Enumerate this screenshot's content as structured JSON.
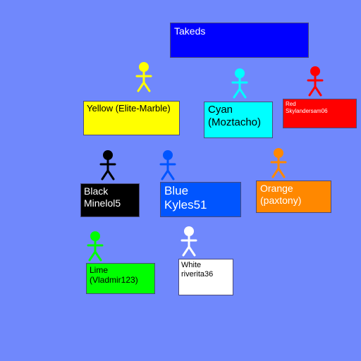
{
  "title": "Takeds",
  "players": {
    "yellow": {
      "line1": "Yellow (Elite-Marble)",
      "line2": "",
      "color": "#ffff00",
      "text_color": "#000000"
    },
    "cyan": {
      "line1": "Cyan",
      "line2": "(Moztacho)",
      "color": "#00ffff",
      "text_color": "#000000"
    },
    "red": {
      "line1": "Red",
      "line2": "Skylandersam06",
      "color": "#ff0000",
      "text_color": "#ffffff"
    },
    "black": {
      "line1": "Black",
      "line2": "Minelol5",
      "color": "#000000",
      "text_color": "#ffffff"
    },
    "blue": {
      "line1": "Blue",
      "line2": "Kyles51",
      "color": "#0055ff",
      "text_color": "#ffffff"
    },
    "orange": {
      "line1": "Orange",
      "line2": "(paxtony)",
      "color": "#ff8800",
      "text_color": "#ffffff"
    },
    "lime": {
      "line1": "Lime",
      "line2": "(Vladmir123)",
      "color": "#00ff00",
      "text_color": "#000000"
    },
    "white": {
      "line1": "White",
      "line2": "riverita36",
      "color": "#ffffff",
      "text_color": "#000000"
    }
  },
  "title_box_color": "#0000ff",
  "title_text_color": "#ffffff",
  "background": "#7088fc"
}
